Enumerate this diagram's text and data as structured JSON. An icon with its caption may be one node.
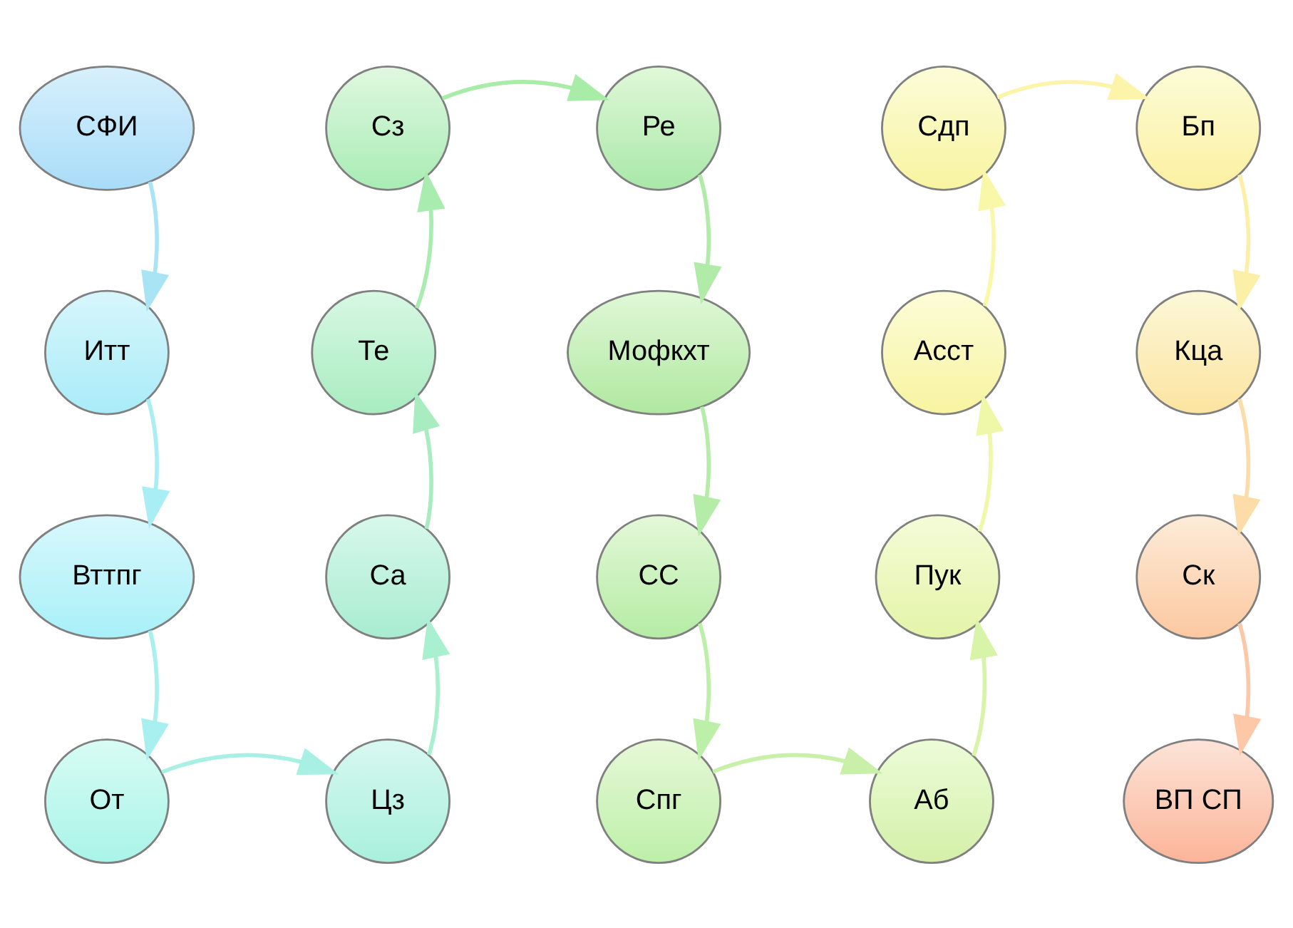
{
  "diagram": {
    "nodes": [
      {
        "text": [
          "СФИ"
        ]
      },
      {
        "text": [
          "Сз"
        ]
      },
      {
        "text": [
          "Ре"
        ]
      },
      {
        "text": [
          "Сдп"
        ]
      },
      {
        "text": [
          "Бп"
        ]
      },
      {
        "text": [
          "Итт"
        ]
      },
      {
        "text": [
          "Те"
        ]
      },
      {
        "text": [
          "Мофкхт"
        ]
      },
      {
        "text": [
          "Асст"
        ]
      },
      {
        "text": [
          "Кца"
        ]
      },
      {
        "text": [
          "Вттпг"
        ]
      },
      {
        "text": [
          "Са"
        ]
      },
      {
        "text": [
          "СС"
        ]
      },
      {
        "text": [
          "Пук"
        ]
      },
      {
        "text": [
          "Ск"
        ]
      },
      {
        "text": [
          "От"
        ]
      },
      {
        "text": [
          "Цз"
        ]
      },
      {
        "text": [
          "Спг"
        ]
      },
      {
        "text": [
          "Аб"
        ]
      },
      {
        "text": [
          "ВП СП"
        ]
      }
    ],
    "edges": [
      {
        "from": 0,
        "to": 5,
        "arrow": "to",
        "color": "#a8e4f4"
      },
      {
        "from": 5,
        "to": 10,
        "arrow": "to",
        "color": "#a8eef4"
      },
      {
        "from": 10,
        "to": 15,
        "arrow": "to",
        "color": "#a8f0f0"
      },
      {
        "from": 15,
        "to": 16,
        "arrow": "to",
        "color": "#a8f0e4"
      },
      {
        "from": 16,
        "to": 11,
        "arrow": "to",
        "color": "#a8f0d0"
      },
      {
        "from": 11,
        "to": 6,
        "arrow": "to",
        "color": "#a8ecc0"
      },
      {
        "from": 6,
        "to": 1,
        "arrow": "to",
        "color": "#a8ecb0"
      },
      {
        "from": 1,
        "to": 2,
        "arrow": "to",
        "color": "#a8eca8"
      },
      {
        "from": 2,
        "to": 7,
        "arrow": "to",
        "color": "#b0eca8"
      },
      {
        "from": 7,
        "to": 12,
        "arrow": "to",
        "color": "#b4eca8"
      },
      {
        "from": 12,
        "to": 17,
        "arrow": "to",
        "color": "#bcf0a8"
      },
      {
        "from": 17,
        "to": 18,
        "arrow": "to",
        "color": "#c8f0a8"
      },
      {
        "from": 18,
        "to": 13,
        "arrow": "to",
        "color": "#d8f4a8"
      },
      {
        "from": 13,
        "to": 8,
        "arrow": "to",
        "color": "#eef8a8"
      },
      {
        "from": 8,
        "to": 3,
        "arrow": "to",
        "color": "#f8f8a8"
      },
      {
        "from": 3,
        "to": 4,
        "arrow": "to",
        "color": "#fcf4a8"
      },
      {
        "from": 4,
        "to": 9,
        "arrow": "to",
        "color": "#fcf0a8"
      },
      {
        "from": 9,
        "to": 14,
        "arrow": "to",
        "color": "#fcdca8"
      },
      {
        "from": 14,
        "to": 19,
        "arrow": "to",
        "color": "#fcc8a8"
      }
    ]
  }
}
